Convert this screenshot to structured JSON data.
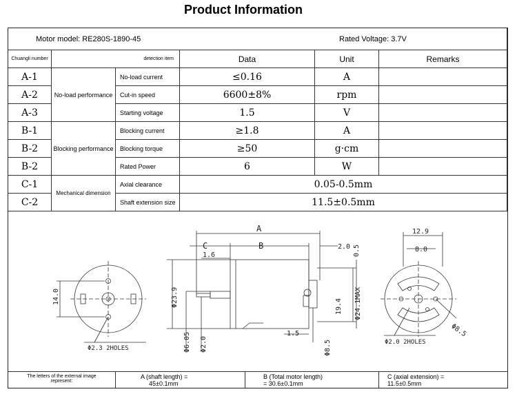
{
  "page_title": "Product Information",
  "motor_model": "Motor model: RE280S-1890-45",
  "rated_voltage": "Rated Voltage: 3.7V",
  "headers": {
    "number": "Chuangli number",
    "item": "detection item",
    "data": "Data",
    "unit": "Unit",
    "remarks": "Remarks"
  },
  "groups": [
    "No-load performance",
    "Blocking performance",
    "Mechanical dimension"
  ],
  "rows": [
    {
      "num": "A-1",
      "item": "No-load current",
      "data": "≤0.16",
      "unit": "A"
    },
    {
      "num": "A-2",
      "item": "Cut-in speed",
      "data": "6600±8%",
      "unit": "rpm"
    },
    {
      "num": "A-3",
      "item": "Starting voltage",
      "data": "1.5",
      "unit": "V"
    },
    {
      "num": "B-1",
      "item": "Blocking current",
      "data": "≥1.8",
      "unit": "A"
    },
    {
      "num": "B-2",
      "item": "Blocking torque",
      "data": "≥50",
      "unit": "g·cm"
    },
    {
      "num": "B-2",
      "item": "Rated Power",
      "data": "6",
      "unit": "W"
    },
    {
      "num": "C-1",
      "item": "Axial clearance",
      "span": "0.05-0.5mm"
    },
    {
      "num": "C-2",
      "item": "Shaft extension size",
      "span": "11.5±0.5mm"
    }
  ],
  "drawing": {
    "left_dims": [
      "14.0",
      "Φ2.3 2HOLES"
    ],
    "side_dims": [
      "A",
      "C",
      "B",
      "2.0",
      "0.5",
      "1.6",
      "Φ23.9",
      "Φ6.05",
      "Φ2.0",
      "19.4",
      "Φ24.1MAX",
      "1.5",
      "Φ8.5"
    ],
    "right_dims": [
      "12.9",
      "8.0",
      "Φ8.5",
      "Φ2.0 2HOLES"
    ]
  },
  "footer": {
    "label": "The letters of the external image represent:",
    "a_title": "A (shaft length) =",
    "a_value": "45±0.1mm",
    "b_title": "B (Total motor length)",
    "b_value": "= 30.6±0.1mm",
    "c_title": "C (axial extension) =",
    "c_value": "11.5±0.5mm"
  }
}
